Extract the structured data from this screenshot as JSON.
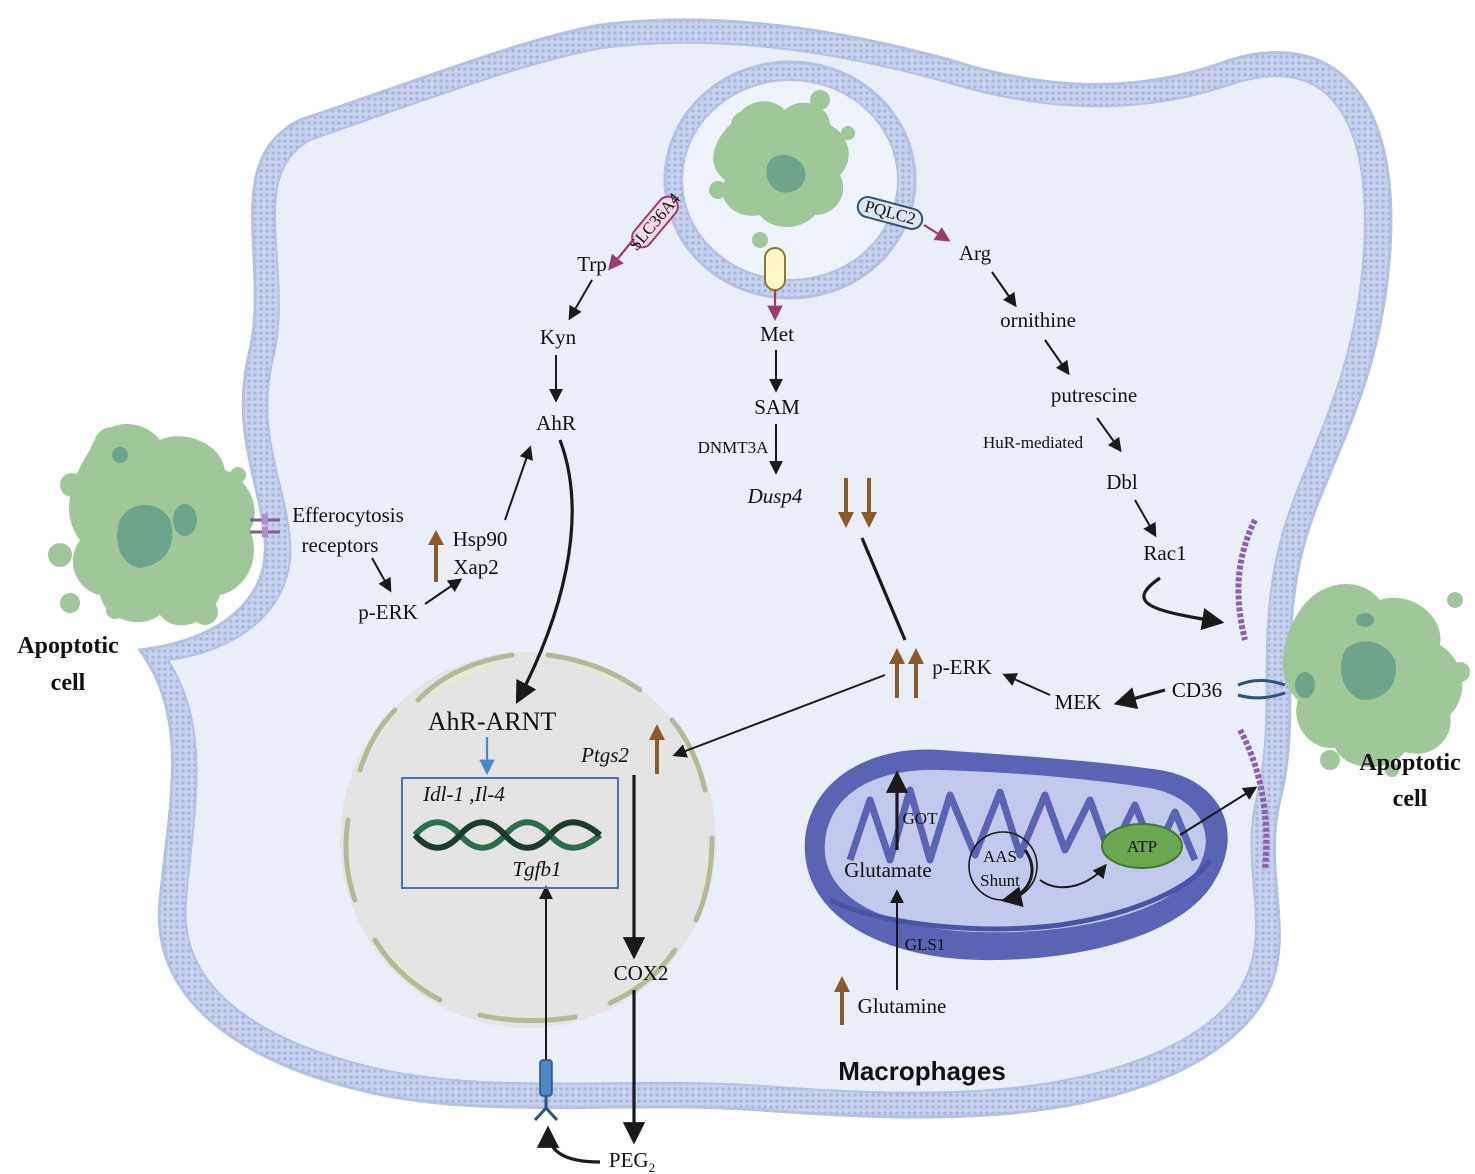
{
  "labels": {
    "trp": "Trp",
    "kyn": "Kyn",
    "ahr": "AhR",
    "met": "Met",
    "sam": "SAM",
    "dnmt3a": "DNMT3A",
    "dusp4": "Dusp4",
    "arg": "Arg",
    "ornithine": "ornithine",
    "putrescine": "putrescine",
    "hur": "HuR-mediated",
    "dbl": "Dbl",
    "rac1": "Rac1",
    "efferocytosis_1": "Efferocytosis",
    "efferocytosis_2": "receptors",
    "hsp90": "Hsp90",
    "xap2": "Xap2",
    "perk_left": "p-ERK",
    "perk_center": "p-ERK",
    "mek": "MEK",
    "cd36": "CD36",
    "ahr_arnt": "AhR-ARNT",
    "genes": "Idl-1 ,Il-4",
    "tgfb1": "Tgfb1",
    "ptgs2": "Ptgs2",
    "cox2": "COX2",
    "peg2_main": "PEG",
    "peg2_sub": "2",
    "got": "GOT",
    "glutamate": "Glutamate",
    "aas": "AAS",
    "shunt": "Shunt",
    "atp": "ATP",
    "gls1": "GLS1",
    "glutamine": "Glutamine",
    "slc36a4": "SLC36A4",
    "pqlc2": "PQLC2",
    "apoptotic_left_1": "Apoptotic",
    "apoptotic_left_2": "cell",
    "apoptotic_right_1": "Apoptotic",
    "apoptotic_right_2": "cell",
    "macrophages": "Macrophages"
  },
  "colors": {
    "cytoplasm": "#e9eef8",
    "membrane": "#b9c6e6",
    "apoptotic": "#9fc79a",
    "apoptotic_dark": "#6ea58a",
    "nucleus": "#e2e2e2",
    "mito_outer": "#5560b0",
    "mito_inner": "#aab2e0",
    "up_arrow": "#8a5a2b",
    "transporter_arrow": "#9b3c6e",
    "blue_arrow": "#4f86c6",
    "atp": "#6aa84f"
  }
}
